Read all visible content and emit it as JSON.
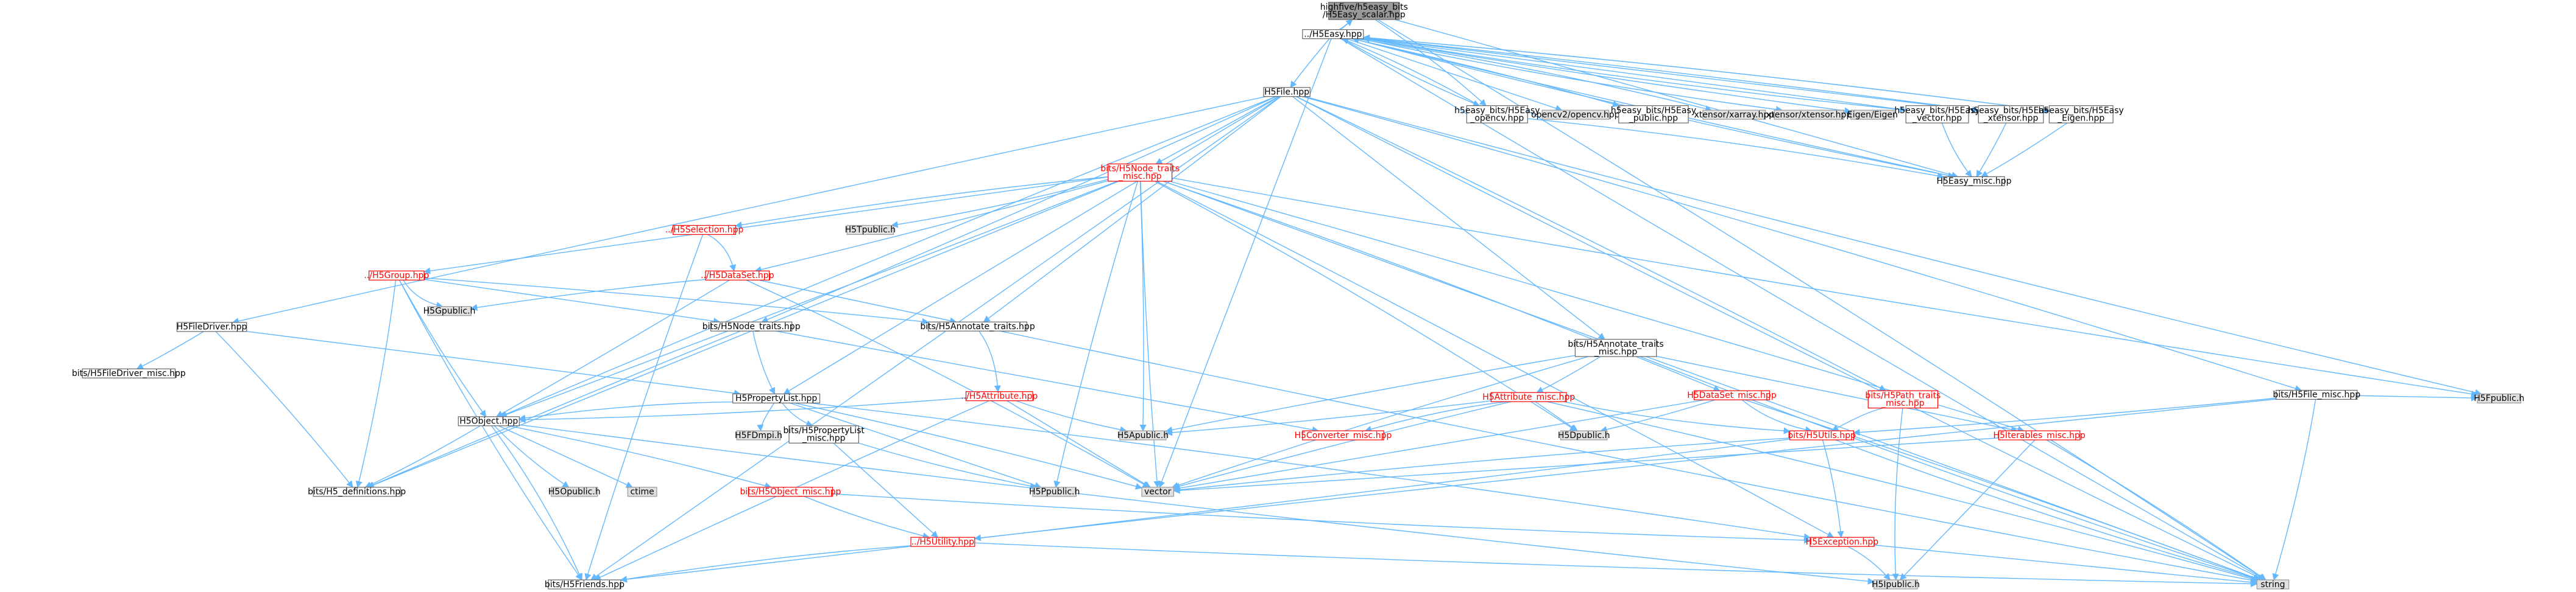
{
  "colors": {
    "edge": "#63b8ff",
    "edge_red": "#e83f3f",
    "node_plain_fill": "#ffffff",
    "node_plain_stroke": "#666666",
    "node_sys_fill": "#e0e0e0",
    "node_sys_stroke": "#999999",
    "node_trunc_stroke": "#ff0000",
    "node_current_fill": "#999999",
    "text": "#000000",
    "text_trunc": "#ff0000"
  },
  "nodes": [
    {
      "id": "scalar",
      "label": "highfive/h5easy_bits\n/H5Easy_scalar.hpp",
      "style": "current"
    },
    {
      "id": "h5easy",
      "label": "../H5Easy.hpp",
      "style": "plain"
    },
    {
      "id": "h5file",
      "label": "H5File.hpp",
      "style": "plain"
    },
    {
      "id": "opencv",
      "label": "h5easy_bits/H5Easy\n_opencv.hpp",
      "style": "plain"
    },
    {
      "id": "opencv2",
      "label": "opencv2/opencv.hpp",
      "style": "sys"
    },
    {
      "id": "public",
      "label": "h5easy_bits/H5Easy\n_public.hpp",
      "style": "plain"
    },
    {
      "id": "xarray",
      "label": "xtensor/xarray.hpp",
      "style": "sys"
    },
    {
      "id": "xtensor",
      "label": "xtensor/xtensor.hpp",
      "style": "sys"
    },
    {
      "id": "eigen",
      "label": "Eigen/Eigen",
      "style": "sys"
    },
    {
      "id": "vectorb",
      "label": "h5easy_bits/H5Easy\n_vector.hpp",
      "style": "plain"
    },
    {
      "id": "xtensorb",
      "label": "h5easy_bits/H5Easy\n_xtensor.hpp",
      "style": "plain"
    },
    {
      "id": "eigenb",
      "label": "h5easy_bits/H5Easy\n_Eigen.hpp",
      "style": "plain"
    },
    {
      "id": "misc",
      "label": "H5Easy_misc.hpp",
      "style": "plain"
    },
    {
      "id": "nodetraitsmisc",
      "label": "bits/H5Node_traits\n_misc.hpp",
      "style": "trunc"
    },
    {
      "id": "selection",
      "label": "../H5Selection.hpp",
      "style": "trunc"
    },
    {
      "id": "tpublic",
      "label": "H5Tpublic.h",
      "style": "sys"
    },
    {
      "id": "dataset",
      "label": "../H5DataSet.hpp",
      "style": "trunc"
    },
    {
      "id": "group",
      "label": "../H5Group.hpp",
      "style": "trunc"
    },
    {
      "id": "gpublic",
      "label": "H5Gpublic.h",
      "style": "sys"
    },
    {
      "id": "nodetraits",
      "label": "bits/H5Node_traits.hpp",
      "style": "plain"
    },
    {
      "id": "annotatetraits",
      "label": "bits/H5Annotate_traits.hpp",
      "style": "plain"
    },
    {
      "id": "annotatetraitsmisc",
      "label": "bits/H5Annotate_traits\n_misc.hpp",
      "style": "plain"
    },
    {
      "id": "filedriver",
      "label": "H5FileDriver.hpp",
      "style": "plain"
    },
    {
      "id": "filedrivermisc",
      "label": "bits/H5FileDriver_misc.hpp",
      "style": "plain"
    },
    {
      "id": "proplist",
      "label": "H5PropertyList.hpp",
      "style": "plain"
    },
    {
      "id": "attribute",
      "label": "../H5Attribute.hpp",
      "style": "trunc"
    },
    {
      "id": "attributemisc",
      "label": "H5Attribute_misc.hpp",
      "style": "trunc"
    },
    {
      "id": "datasetmisc",
      "label": "H5DataSet_misc.hpp",
      "style": "trunc"
    },
    {
      "id": "pathtraitsmisc",
      "label": "bits/H5Path_traits\n_misc.hpp",
      "style": "trunc"
    },
    {
      "id": "filemisc",
      "label": "bits/H5File_misc.hpp",
      "style": "plain"
    },
    {
      "id": "fpublic",
      "label": "H5Fpublic.h",
      "style": "sys"
    },
    {
      "id": "object",
      "label": "H5Object.hpp",
      "style": "plain"
    },
    {
      "id": "fdmpi",
      "label": "H5FDmpi.h",
      "style": "sys"
    },
    {
      "id": "proplistmisc",
      "label": "bits/H5PropertyList\n_misc.hpp",
      "style": "plain"
    },
    {
      "id": "apublic",
      "label": "H5Apublic.h",
      "style": "sys"
    },
    {
      "id": "converter",
      "label": "H5Converter_misc.hpp",
      "style": "trunc"
    },
    {
      "id": "dpublic",
      "label": "H5Dpublic.h",
      "style": "sys"
    },
    {
      "id": "h5utils",
      "label": "bits/H5Utils.hpp",
      "style": "trunc"
    },
    {
      "id": "iterables",
      "label": "H5Iterables_misc.hpp",
      "style": "trunc"
    },
    {
      "id": "definitions",
      "label": "bits/H5_definitions.hpp",
      "style": "plain"
    },
    {
      "id": "opublic",
      "label": "H5Opublic.h",
      "style": "sys"
    },
    {
      "id": "ctime",
      "label": "ctime",
      "style": "sys"
    },
    {
      "id": "objectmisc",
      "label": "bits/H5Object_misc.hpp",
      "style": "trunc"
    },
    {
      "id": "ppublic",
      "label": "H5Ppublic.h",
      "style": "sys"
    },
    {
      "id": "vector",
      "label": "vector",
      "style": "sys"
    },
    {
      "id": "exception",
      "label": "H5Exception.hpp",
      "style": "trunc"
    },
    {
      "id": "utility",
      "label": "../H5Utility.hpp",
      "style": "trunc"
    },
    {
      "id": "friends",
      "label": "bits/H5Friends.hpp",
      "style": "plain"
    },
    {
      "id": "ipublic",
      "label": "H5Ipublic.h",
      "style": "sys"
    },
    {
      "id": "string",
      "label": "string",
      "style": "sys"
    }
  ],
  "edges": [
    [
      "scalar",
      "h5easy"
    ],
    [
      "h5easy",
      "scalar"
    ],
    [
      "scalar",
      "misc"
    ],
    [
      "scalar",
      "opencv"
    ],
    [
      "scalar",
      "string"
    ],
    [
      "h5easy",
      "h5file"
    ],
    [
      "h5easy",
      "opencv"
    ],
    [
      "h5easy",
      "opencv2"
    ],
    [
      "h5easy",
      "public"
    ],
    [
      "h5easy",
      "xarray"
    ],
    [
      "h5easy",
      "xtensor"
    ],
    [
      "h5easy",
      "eigen"
    ],
    [
      "h5easy",
      "vectorb"
    ],
    [
      "h5easy",
      "xtensorb"
    ],
    [
      "h5easy",
      "eigenb"
    ],
    [
      "h5easy",
      "misc"
    ],
    [
      "h5easy",
      "string"
    ],
    [
      "h5easy",
      "vector"
    ],
    [
      "opencv",
      "h5easy"
    ],
    [
      "opencv",
      "misc"
    ],
    [
      "vectorb",
      "h5easy"
    ],
    [
      "vectorb",
      "misc"
    ],
    [
      "xtensorb",
      "h5easy"
    ],
    [
      "xtensorb",
      "misc"
    ],
    [
      "eigenb",
      "h5easy"
    ],
    [
      "eigenb",
      "misc"
    ],
    [
      "misc",
      "h5easy"
    ],
    [
      "h5file",
      "nodetraitsmisc"
    ],
    [
      "h5file",
      "filedriver"
    ],
    [
      "h5file",
      "object"
    ],
    [
      "h5file",
      "nodetraits"
    ],
    [
      "h5file",
      "annotatetraits"
    ],
    [
      "h5file",
      "annotatetraitsmisc"
    ],
    [
      "h5file",
      "pathtraitsmisc"
    ],
    [
      "h5file",
      "filemisc"
    ],
    [
      "h5file",
      "fpublic"
    ],
    [
      "h5file",
      "string"
    ],
    [
      "h5file",
      "friends"
    ],
    [
      "h5file",
      "proplist"
    ],
    [
      "nodetraitsmisc",
      "selection"
    ],
    [
      "nodetraitsmisc",
      "tpublic"
    ],
    [
      "nodetraitsmisc",
      "dataset"
    ],
    [
      "nodetraitsmisc",
      "group"
    ],
    [
      "nodetraitsmisc",
      "apublic"
    ],
    [
      "nodetraitsmisc",
      "dpublic"
    ],
    [
      "nodetraitsmisc",
      "ppublic"
    ],
    [
      "nodetraitsmisc",
      "vector"
    ],
    [
      "nodetraitsmisc",
      "string"
    ],
    [
      "nodetraitsmisc",
      "iterables"
    ],
    [
      "nodetraitsmisc",
      "datasetmisc"
    ],
    [
      "nodetraitsmisc",
      "fpublic"
    ],
    [
      "nodetraitsmisc",
      "object"
    ],
    [
      "nodetraitsmisc",
      "definitions"
    ],
    [
      "nodetraitsmisc",
      "exception"
    ],
    [
      "selection",
      "dataset"
    ],
    [
      "selection",
      "friends"
    ],
    [
      "dataset",
      "object"
    ],
    [
      "dataset",
      "annotatetraits"
    ],
    [
      "dataset",
      "gpublic"
    ],
    [
      "dataset",
      "vector"
    ],
    [
      "group",
      "gpublic"
    ],
    [
      "group",
      "object"
    ],
    [
      "group",
      "nodetraits"
    ],
    [
      "group",
      "annotatetraits"
    ],
    [
      "group",
      "definitions"
    ],
    [
      "group",
      "friends"
    ],
    [
      "nodetraits",
      "proplist"
    ],
    [
      "nodetraits",
      "converter"
    ],
    [
      "nodetraits",
      "definitions"
    ],
    [
      "annotatetraits",
      "attribute"
    ],
    [
      "annotatetraits",
      "string"
    ],
    [
      "annotatetraitsmisc",
      "attributemisc"
    ],
    [
      "annotatetraitsmisc",
      "iterables"
    ],
    [
      "annotatetraitsmisc",
      "apublic"
    ],
    [
      "annotatetraitsmisc",
      "vector"
    ],
    [
      "annotatetraitsmisc",
      "string"
    ],
    [
      "filedriver",
      "filedrivermisc"
    ],
    [
      "filedriver",
      "proplist"
    ],
    [
      "filedriver",
      "definitions"
    ],
    [
      "proplist",
      "object"
    ],
    [
      "proplist",
      "fdmpi"
    ],
    [
      "proplist",
      "proplistmisc"
    ],
    [
      "proplist",
      "ppublic"
    ],
    [
      "proplist",
      "vector"
    ],
    [
      "proplist",
      "exception"
    ],
    [
      "attribute",
      "object"
    ],
    [
      "attribute",
      "apublic"
    ],
    [
      "attribute",
      "vector"
    ],
    [
      "attribute",
      "friends"
    ],
    [
      "attributemisc",
      "converter"
    ],
    [
      "attributemisc",
      "h5utils"
    ],
    [
      "attributemisc",
      "apublic"
    ],
    [
      "attributemisc",
      "dpublic"
    ],
    [
      "attributemisc",
      "vector"
    ],
    [
      "attributemisc",
      "string"
    ],
    [
      "datasetmisc",
      "h5utils"
    ],
    [
      "datasetmisc",
      "dpublic"
    ],
    [
      "datasetmisc",
      "vector"
    ],
    [
      "datasetmisc",
      "string"
    ],
    [
      "pathtraitsmisc",
      "h5utils"
    ],
    [
      "pathtraitsmisc",
      "ipublic"
    ],
    [
      "filemisc",
      "h5utils"
    ],
    [
      "filemisc",
      "fpublic"
    ],
    [
      "filemisc",
      "utility"
    ],
    [
      "filemisc",
      "string"
    ],
    [
      "object",
      "definitions"
    ],
    [
      "object",
      "opublic"
    ],
    [
      "object",
      "ctime"
    ],
    [
      "object",
      "objectmisc"
    ],
    [
      "object",
      "friends"
    ],
    [
      "object",
      "ipublic"
    ],
    [
      "proplistmisc",
      "ppublic"
    ],
    [
      "proplistmisc",
      "utility"
    ],
    [
      "h5utils",
      "exception"
    ],
    [
      "h5utils",
      "vector"
    ],
    [
      "h5utils",
      "string"
    ],
    [
      "h5utils",
      "friends"
    ],
    [
      "iterables",
      "vector"
    ],
    [
      "iterables",
      "string"
    ],
    [
      "iterables",
      "ipublic"
    ],
    [
      "objectmisc",
      "exception"
    ],
    [
      "objectmisc",
      "utility"
    ],
    [
      "exception",
      "string"
    ],
    [
      "exception",
      "ipublic"
    ],
    [
      "utility",
      "friends"
    ],
    [
      "utility",
      "string"
    ]
  ]
}
